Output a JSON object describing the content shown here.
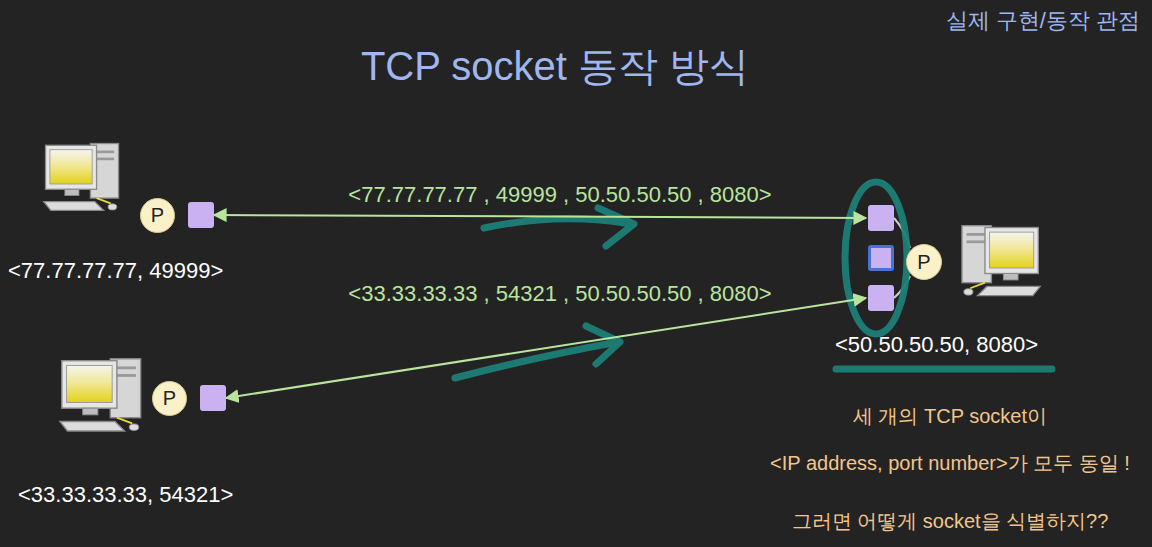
{
  "diagram": {
    "title": "TCP socket 동작 방식",
    "nodes": [
      {
        "text": [
          "P"
        ]
      },
      {
        "text": [
          "P"
        ]
      },
      {
        "text": [
          "P"
        ]
      }
    ],
    "edges": [
      {
        "from": 0,
        "to": 1,
        "arrow": "both",
        "label": "<77.77.77.77 , 49999 , 50.50.50.50 , 8080>"
      },
      {
        "from": 2,
        "to": 1,
        "arrow": "both",
        "label": "<33.33.33.33 , 54321 , 50.50.50.50 , 8080>"
      }
    ],
    "labels": [
      "실제 구현/동작 관점",
      "<77.77.77.77, 49999>",
      "<50.50.50.50, 8080>",
      "<33.33.33.33, 54321>",
      "세 개의 TCP socket이",
      "<IP address, port number>가 모두 동일 !",
      "그러면 어떻게 socket을 식별하지??"
    ]
  }
}
